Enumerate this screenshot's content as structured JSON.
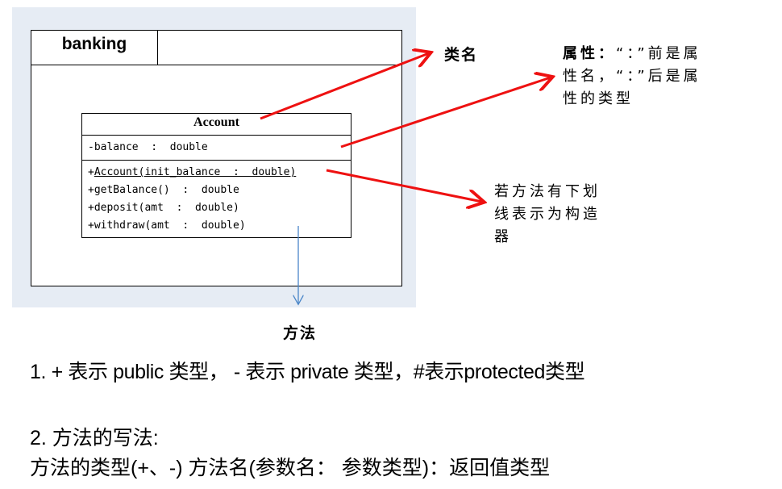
{
  "diagram": {
    "package_name": "banking",
    "class_name": "Account",
    "attribute": "-balance  :  double",
    "constructor": "Account(init_balance  :  double)",
    "constructor_prefix": "+",
    "methods": [
      "+getBalance()  :  double",
      "+deposit(amt  :  double)",
      "+withdraw(amt  :  double)"
    ]
  },
  "annotations": {
    "class_name_label": "类名",
    "attribute_label_bold": "属性：",
    "attribute_line1_rest": "“：”前是属",
    "attribute_line2": "性名，“：”后是属",
    "attribute_line3": "性的类型",
    "constructor_line1": "若方法有下划",
    "constructor_line2": "线表示为构造",
    "constructor_line3": "器",
    "method_label": "方法"
  },
  "notes": {
    "line1": "1. + 表示 public 类型， - 表示 private 类型，#表示protected类型",
    "line2": "2. 方法的写法:",
    "line3": "方法的类型(+、-) 方法名(参数名： 参数类型)：返回值类型"
  },
  "colors": {
    "arrow_red": "#ee1111",
    "arrow_blue": "#4a86c8",
    "diagram_bg": "#e6ecf4"
  }
}
